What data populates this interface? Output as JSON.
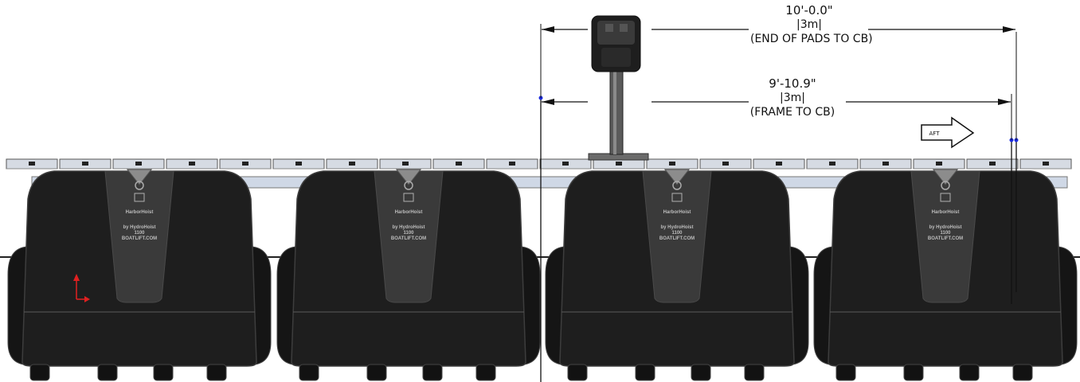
{
  "dimensions": {
    "end_of_pads": {
      "imperial": "10'-0.0\"",
      "metric": "3m",
      "note": "(END OF PADS TO CB)"
    },
    "frame": {
      "imperial": "9'-10.9\"",
      "metric": "3m",
      "note": "(FRAME TO CB)"
    }
  },
  "direction_arrow": {
    "label": "AFT"
  },
  "floats": [
    {
      "brand": "HarborHoist",
      "maker": "by HydroHoist",
      "model": "1100",
      "site": "BOATLIFT.COM"
    },
    {
      "brand": "HarborHoist",
      "maker": "by HydroHoist",
      "model": "1100",
      "site": "BOATLIFT.COM"
    },
    {
      "brand": "HarborHoist",
      "maker": "by HydroHoist",
      "model": "1100",
      "site": "BOATLIFT.COM"
    },
    {
      "brand": "HarborHoist",
      "maker": "by HydroHoist",
      "model": "1100",
      "site": "BOATLIFT.COM"
    }
  ],
  "colors": {
    "float_body": "#1e1e1e",
    "float_highlight": "#3a3a3a",
    "frame_rail": "#cfd8e6",
    "bunk_pad": "#d6dbe3",
    "dimension_line": "#111111",
    "origin_axis": "#e02020"
  }
}
